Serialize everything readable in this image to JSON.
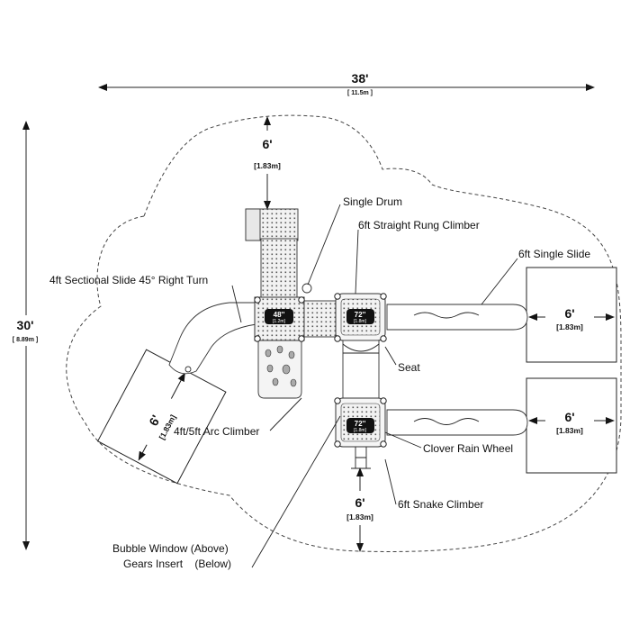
{
  "dimensions": {
    "width": {
      "ft": "38'",
      "m": "[ 11.5m ]"
    },
    "height": {
      "ft": "30'",
      "m": "[ 8.89m ]"
    },
    "clearances": [
      {
        "ft": "6'",
        "m": "[1.83m]"
      },
      {
        "ft": "6'",
        "m": "[1.83m]"
      },
      {
        "ft": "6'",
        "m": "[1.83m]"
      },
      {
        "ft": "6'",
        "m": "[1.83m]"
      },
      {
        "ft": "6'",
        "m": "[1.83m]"
      }
    ]
  },
  "decks": [
    {
      "ft": "48''",
      "m": "[1.2m]"
    },
    {
      "ft": "72''",
      "m": "[1.8m]"
    },
    {
      "ft": "72''",
      "m": "[1.8m]"
    }
  ],
  "labels": {
    "single_drum": "Single Drum",
    "straight_rung_climber": "6ft Straight Rung Climber",
    "single_slide": "6ft Single Slide",
    "sectional_slide": "4ft Sectional Slide 45° Right Turn",
    "seat": "Seat",
    "arc_climber": "4ft/5ft Arc Climber",
    "clover_rain_wheel": "Clover Rain Wheel",
    "snake_climber": "6ft Snake Climber",
    "bubble_window": "Bubble Window (Above)",
    "gears_insert": "Gears Insert    (Below)"
  },
  "colors": {
    "line": "#222222",
    "badge": "#111111",
    "background": "#ffffff"
  }
}
